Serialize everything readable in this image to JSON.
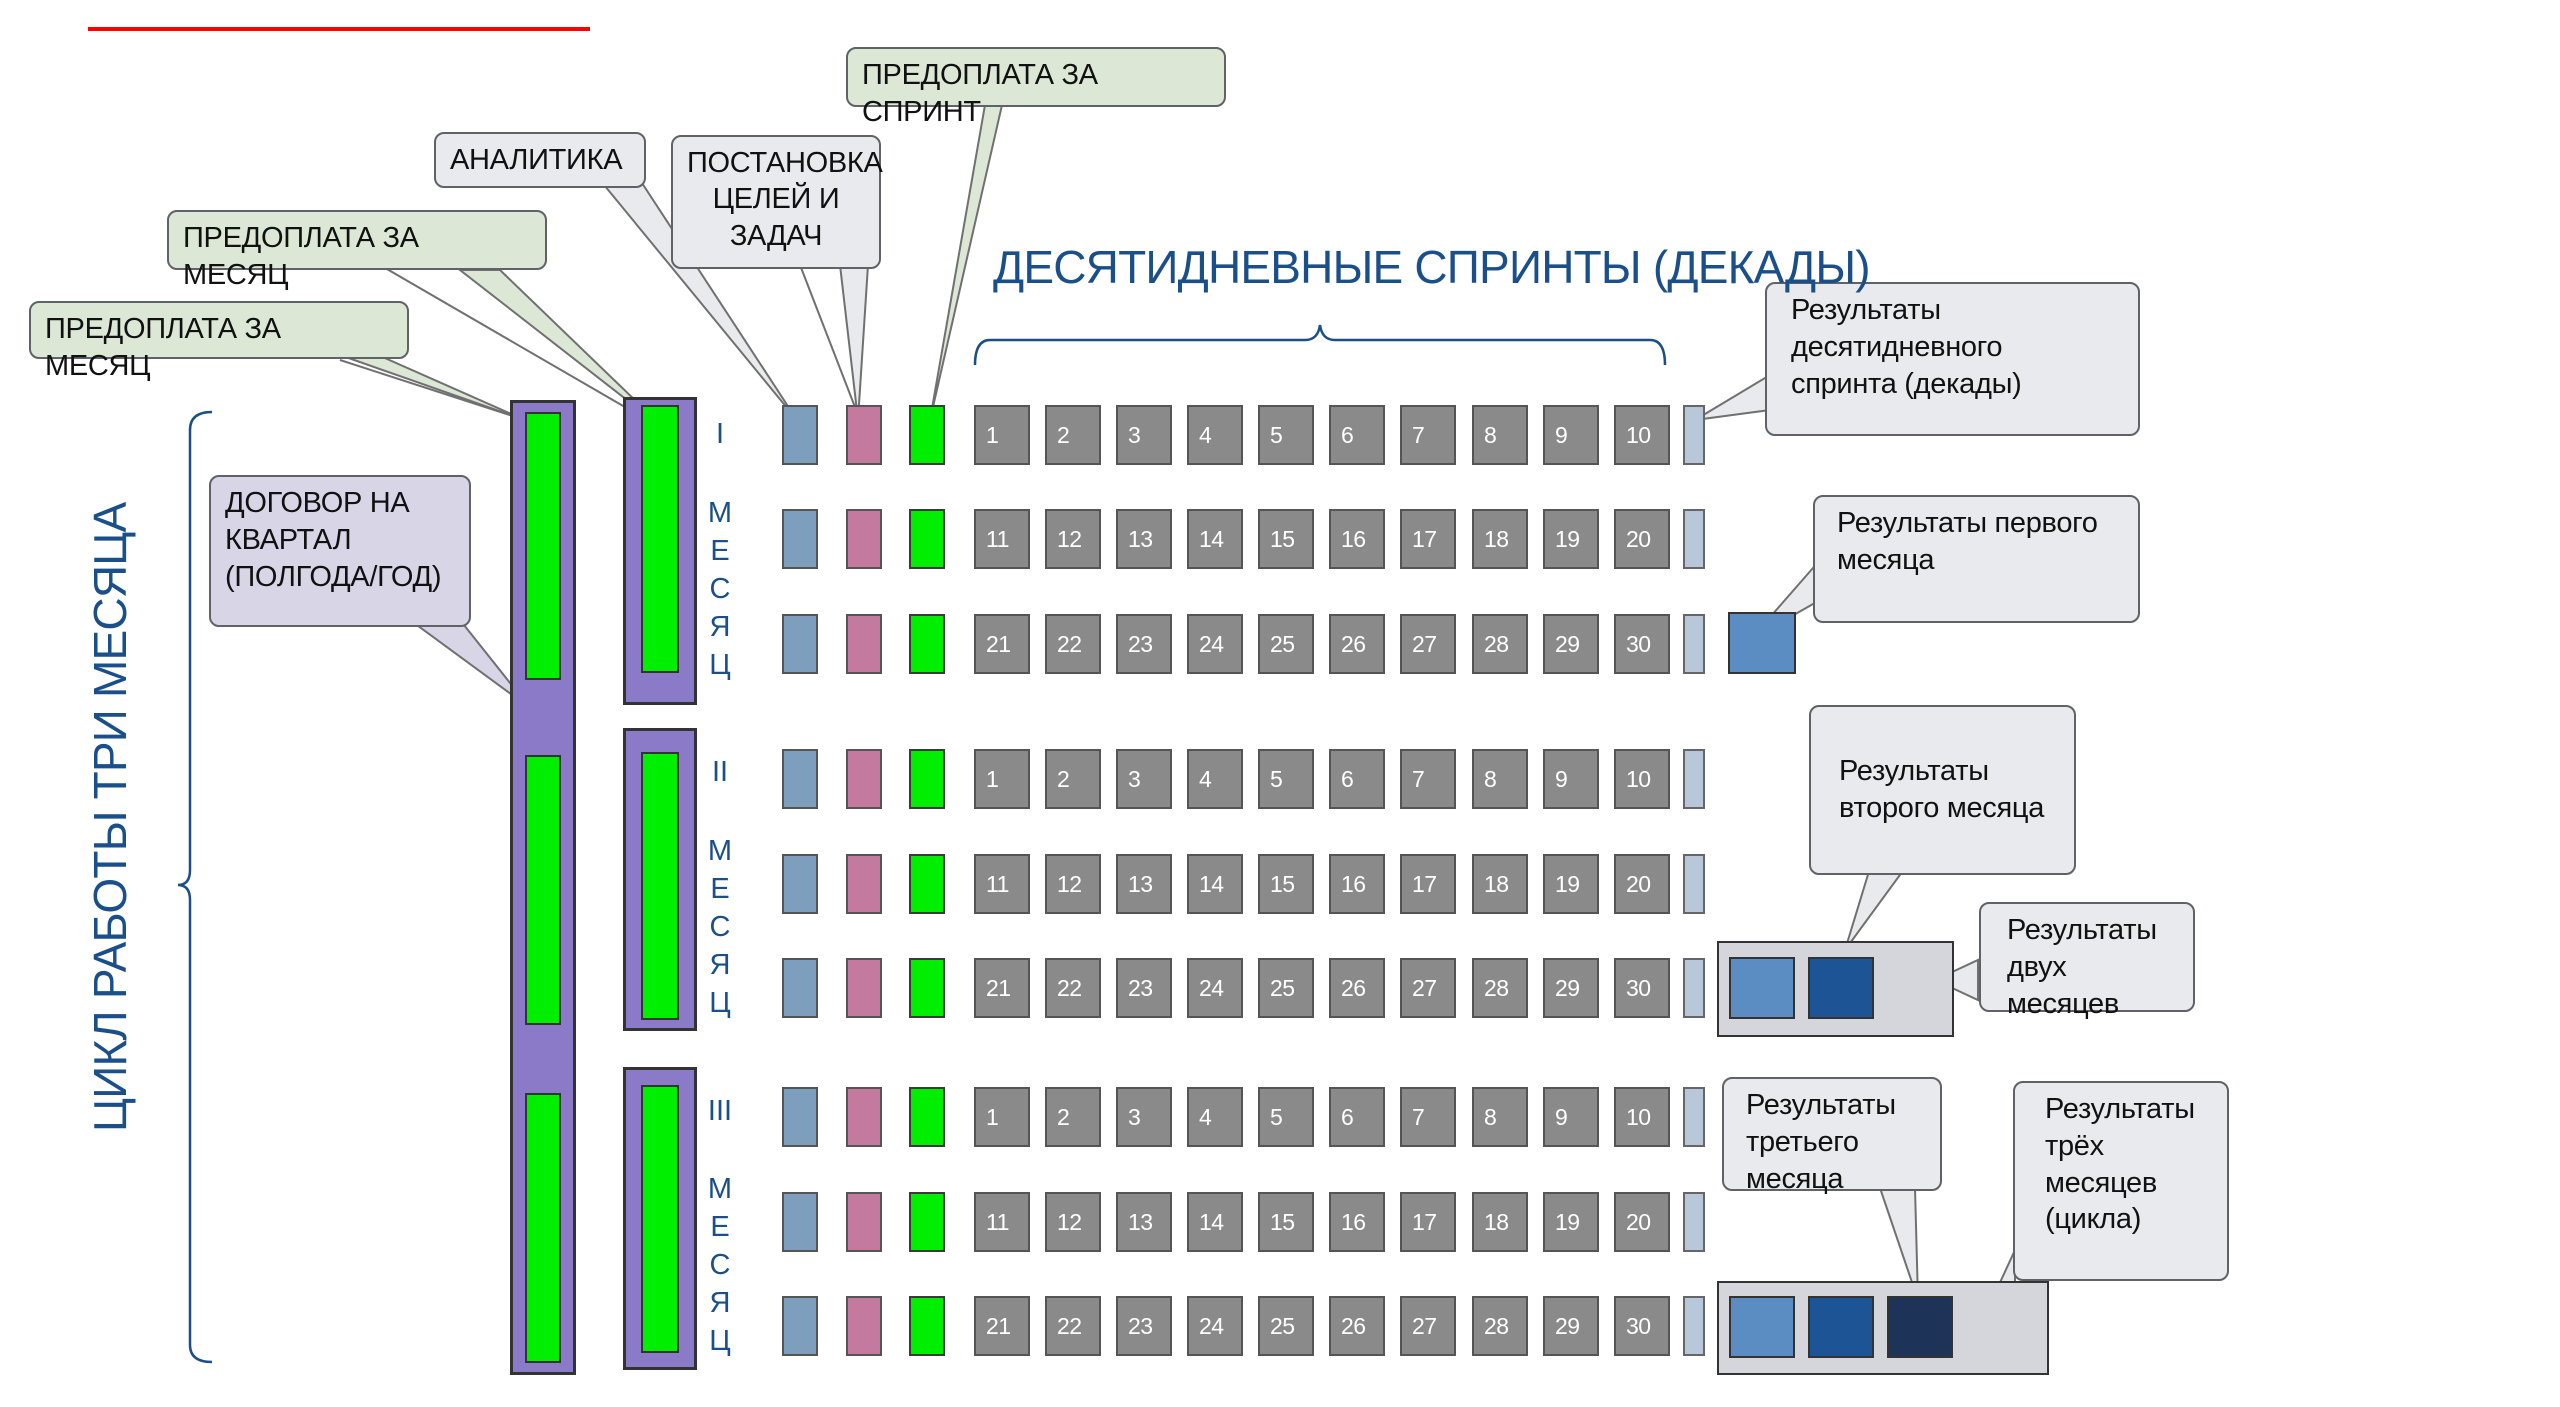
{
  "section_title": "ДЕСЯТИДНЕВНЫЕ СПРИНТЫ (ДЕКАДЫ)",
  "cycle_title": "ЦИКЛ РАБОТЫ ТРИ МЕСЯЦА",
  "callouts": {
    "prepay_sprint": "ПРЕДОПЛАТА ЗА СПРИНТ",
    "analytics": "АНАЛИТИКА",
    "goals": "ПОСТАНОВКА\nЦЕЛЕЙ И\nЗАДАЧ",
    "prepay_month_1": "ПРЕДОПЛАТА ЗА МЕСЯЦ",
    "prepay_month_2": "ПРЕДОПЛАТА ЗА МЕСЯЦ",
    "contract": "ДОГОВОР НА\nКВАРТАЛ\n(ПОЛГОДА/ГОД)",
    "res_sprint": "Результаты\nдесятидневного\nспринта (декады)",
    "res_first": "Результаты первого\nмесяца",
    "res_second": "Результаты\nвторого месяца",
    "res_two": "Результаты\nдвух месяцев",
    "res_third": "Результаты\nтретьего месяца",
    "res_three": "Результаты\nтрёх\nмесяцев\n(цикла)"
  },
  "months": [
    {
      "roman": "I",
      "word": [
        "М",
        "Е",
        "С",
        "Я",
        "Ц"
      ]
    },
    {
      "roman": "II",
      "word": [
        "М",
        "Е",
        "С",
        "Я",
        "Ц"
      ]
    },
    {
      "roman": "III",
      "word": [
        "М",
        "Е",
        "С",
        "Я",
        "Ц"
      ]
    }
  ],
  "decades": [
    [
      "1",
      "2",
      "3",
      "4",
      "5",
      "6",
      "7",
      "8",
      "9",
      "10"
    ],
    [
      "11",
      "12",
      "13",
      "14",
      "15",
      "16",
      "17",
      "18",
      "19",
      "20"
    ],
    [
      "21",
      "22",
      "23",
      "24",
      "25",
      "26",
      "27",
      "28",
      "29",
      "30"
    ]
  ],
  "colors": {
    "blue_accent": "#1a4f8a",
    "prepay_green": "#00ee00",
    "purple": "#8b7ac7",
    "analytics_blue": "#7d9ebd",
    "goals_pink": "#c47a9e",
    "day_gray": "#8a8a8a",
    "result_light": "#5b8dc2",
    "result_mid": "#1c5496",
    "result_dark": "#1d3358",
    "red_line": "#ff0000"
  }
}
